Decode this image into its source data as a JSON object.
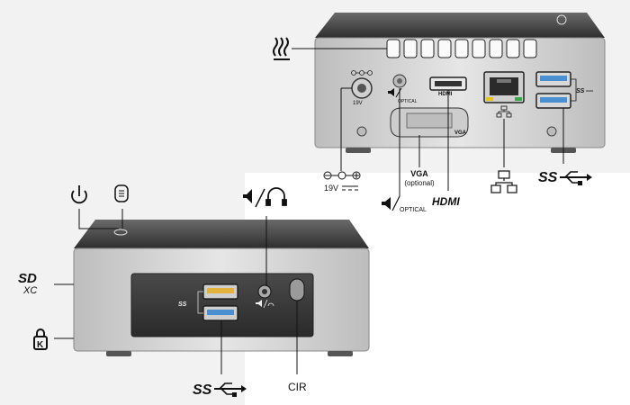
{
  "rear_view": {
    "power_in_label": "19V",
    "power_in_small_label": "19V",
    "audio_out_label": "OPTICAL",
    "audio_out_small_label": "OPTICAL",
    "hdmi_port_label": "HDMI",
    "hdmi_label": "HDMI",
    "vga_port_label": "VGA",
    "vga_label": "VGA",
    "vga_note": "(optional)",
    "usb_port_label": "SS",
    "usb_label": "SS",
    "icons": [
      "heat-vent-icon",
      "dc-power-icon",
      "speaker-icon",
      "network-icon",
      "usb-superspeed-icon"
    ]
  },
  "front_view": {
    "usb_port_label": "SS",
    "usb_label": "SS",
    "cir_label": "CIR",
    "sd_label": "SD",
    "sd_sublabel": "XC",
    "icons": [
      "power-icon",
      "hard-drive-icon",
      "speaker-icon",
      "headset-icon",
      "sd-card-icon",
      "lock-icon",
      "usb-superspeed-icon"
    ]
  },
  "colors": {
    "chassis_top": "#4a4a4a",
    "chassis_body": "#d8d8d8",
    "panel": "#3c3c3c",
    "usb3": "#4a8fd0",
    "usb_charging": "#e3b23c",
    "background_block": "#f2f2f2"
  }
}
